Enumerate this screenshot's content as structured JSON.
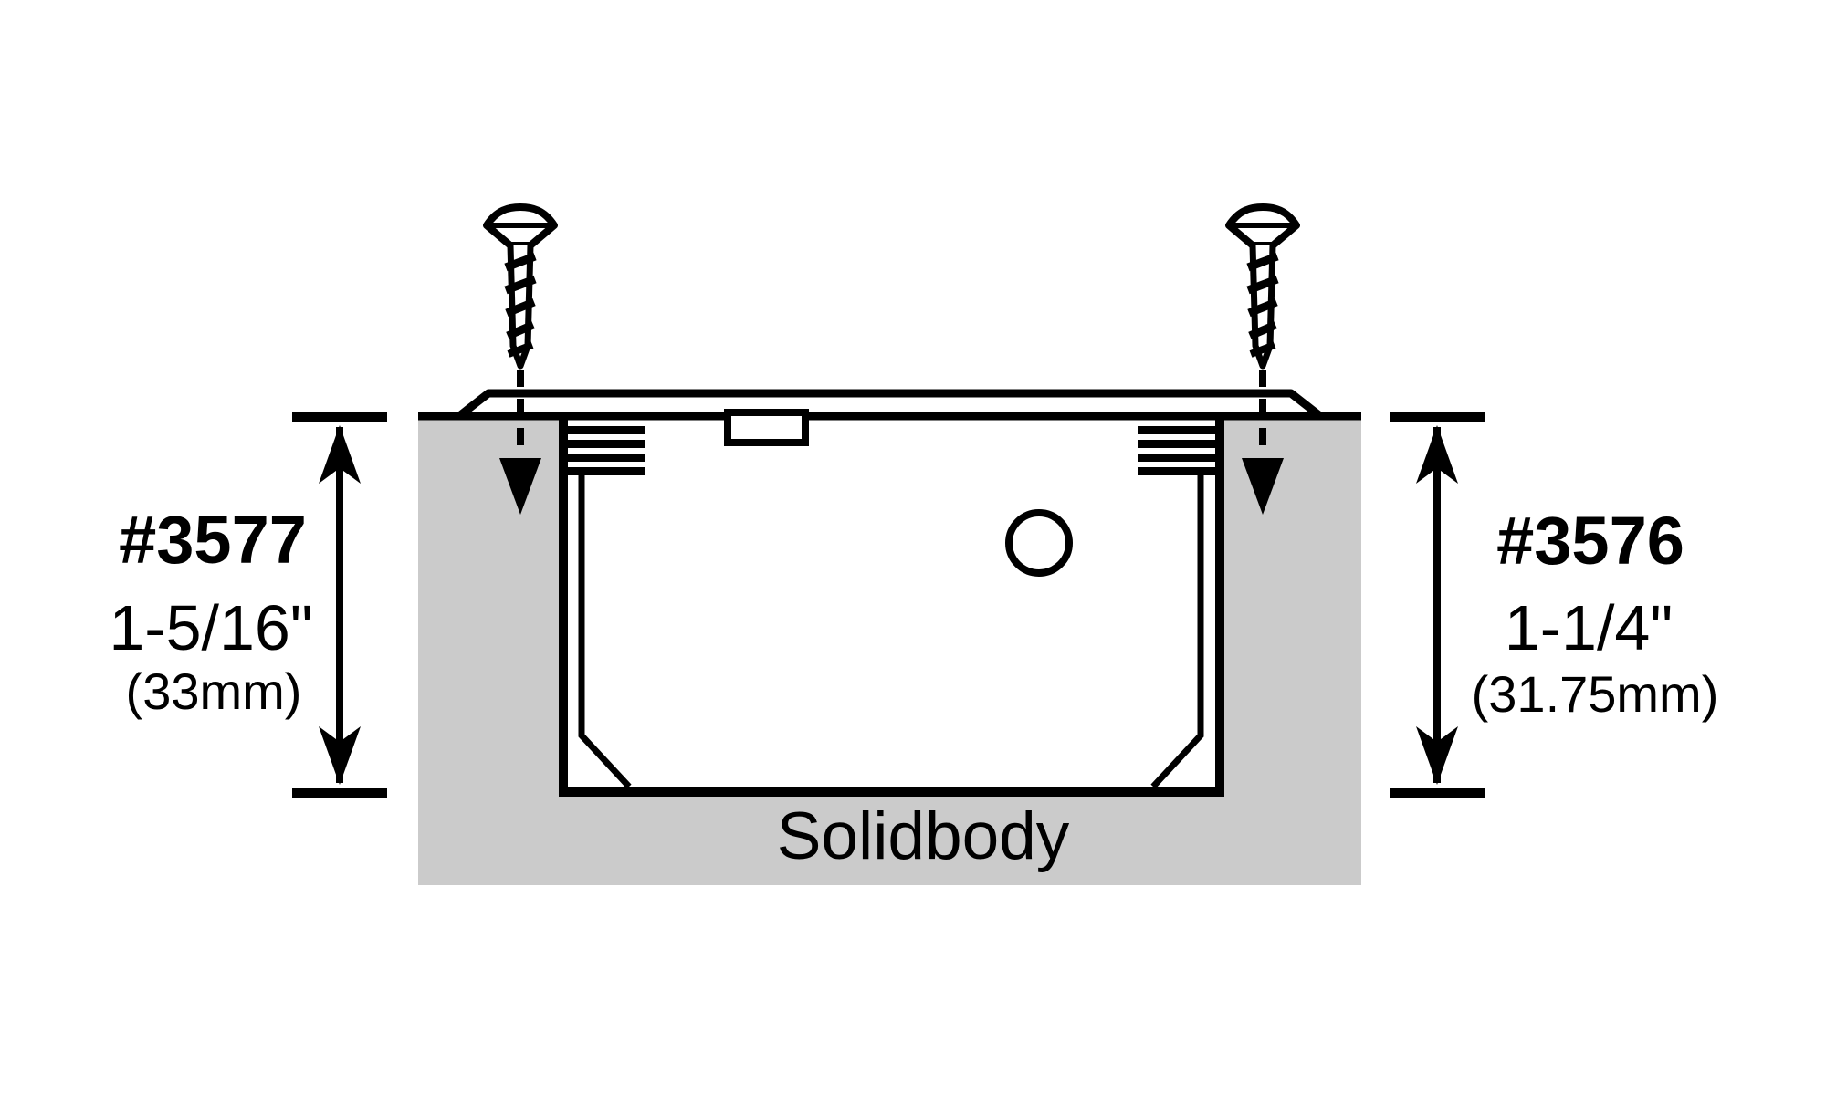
{
  "diagram": {
    "body_label": "Solidbody",
    "left_dimension": {
      "part_number": "#3577",
      "inches": "1-5/16\"",
      "metric": "(33mm)"
    },
    "right_dimension": {
      "part_number": "#3576",
      "inches": "1-1/4\"",
      "metric": "(31.75mm)"
    },
    "colors": {
      "background": "#ffffff",
      "body_fill": "#cbcbcb",
      "line": "#000000"
    },
    "icons": {
      "left_screw": "wood-screw-icon",
      "right_screw": "wood-screw-icon",
      "left_insertion": "down-arrow-dashed-icon",
      "right_insertion": "down-arrow-dashed-icon",
      "left_depth": "double-headed-arrow-icon",
      "right_depth": "double-headed-arrow-icon"
    }
  }
}
